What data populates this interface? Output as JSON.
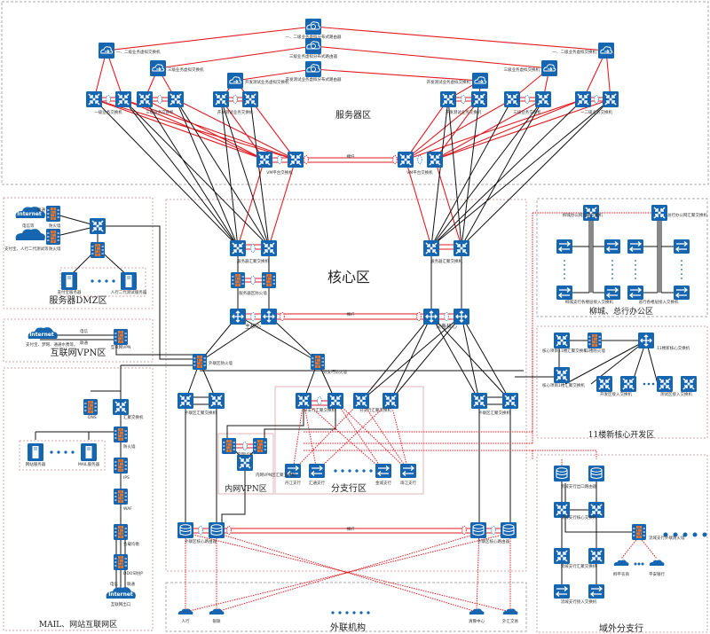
{
  "colors": {
    "device_blue": "#1565b0",
    "firewall_orange": "#e8742a",
    "link_red": "#e31b23",
    "link_black": "#111111",
    "zone_border_gray": "#999999",
    "zone_border_pink": "#d9a3a8"
  },
  "zones": {
    "server": "服务器区",
    "core": "核心区",
    "server_dmz": "服务器DMZ区",
    "internet_vpn": "互联网VPN区",
    "mail_web": "MAIL、网站互联网区",
    "intranet_vpn": "内网VPN区",
    "branch": "分支行区",
    "external": "外联机构",
    "office": "柳城、总行办公区",
    "dev11": "11楼新核心开发区",
    "remote_branch": "域外分支行"
  },
  "server_zone": {
    "routers": [
      "一、二级业务虚拟分布式路由器",
      "三级业务虚拟分布式路由器",
      "开发测试业务虚拟分布式路由器"
    ],
    "vswitch_left": [
      "一、二级业务虚拟交换机",
      "三级业务虚拟交换机",
      "开发测试业务虚拟交换机"
    ],
    "vswitch_right": [
      "开发测试业务虚拟交换机",
      "三级业务虚拟交换机",
      "一、二级业务虚拟交换机"
    ],
    "sw_left": [
      "一级业务交换机",
      "三级业务交换机",
      "开发测试业务交换机"
    ],
    "sw_right": [
      "开发测试业务交换机",
      "三级业务交换机",
      "一二级业务交换机"
    ],
    "vm_platform": "VM平台交换机",
    "dark_fiber": "裸纤"
  },
  "core_zone": {
    "server_agg": "服务器汇聚交换机",
    "server_fw": "服务器区防火墙",
    "main_core": "主核心",
    "backup_core": "灾备核心",
    "dark_fiber": "裸纤",
    "ext_fw": "外联区防火墙",
    "branch_fw": "分支行防火墙",
    "ext_agg": "外联区汇聚交换机",
    "branch_agg": "分支行汇聚交换机",
    "ext_router": "外联区核心路由器"
  },
  "dmz": {
    "internet": "Internet",
    "telecom": "电信等",
    "unicom": "联通",
    "cloud2": "支付宝、人行二代测试等",
    "fw": "防火墙",
    "servers": [
      "支付宝服务器",
      "人行二代测试服务器"
    ]
  },
  "vpn": {
    "internet": "Internet",
    "isp1": "电信",
    "isp2": "联通",
    "desc": "支付宝、梦网、通通水费等。",
    "device": "互联网VPN"
  },
  "mail": {
    "dns": "DNS",
    "agg": "汇聚交换机",
    "fw": "防火墙",
    "servers": [
      "网站服务器",
      "MAIL服务器"
    ],
    "ips": "IPS",
    "waf": "WAF",
    "lb": "负载均衡",
    "ddos": "DDOS防护",
    "isp1": "电信",
    "isp2": "联通",
    "internet": "Internet",
    "exit": "互联网出口"
  },
  "intranet_vpn": {
    "device": "内网VPN",
    "agg": "内网VPN区汇聚交换机"
  },
  "branch": {
    "agg": "分支行汇聚交换机",
    "branches": [
      "丹江支行",
      "汇通支行",
      "金城支行",
      "珠江支行"
    ]
  },
  "external": {
    "orgs": [
      "人行",
      "银联",
      "清算中心",
      "外汇交易"
    ]
  },
  "office": {
    "agg1": "柳城办公网汇聚交换机",
    "agg2": "总行办公网汇聚交换机",
    "access1": "柳城支行各楼层接入交换机",
    "access2": "总行各楼层接入交换机"
  },
  "dev11": {
    "agg1": "核心项目11楼汇聚交换机",
    "fw": "11楼防火墙",
    "core": "11楼新核心交换机",
    "agg2": "核心项目1楼汇聚交换机",
    "dev_access": "开发区接入交换机",
    "test_access": "测试区接入交换机"
  },
  "remote": {
    "router": "流域支行出口路由器",
    "core": "流域支行核心交换机",
    "fw": "流域支行外联防火墙",
    "agg": "流域支行汇聚交换机",
    "access": "流域支行接入交换机",
    "ext1": "柳平农商",
    "ext2": "平安银行"
  }
}
